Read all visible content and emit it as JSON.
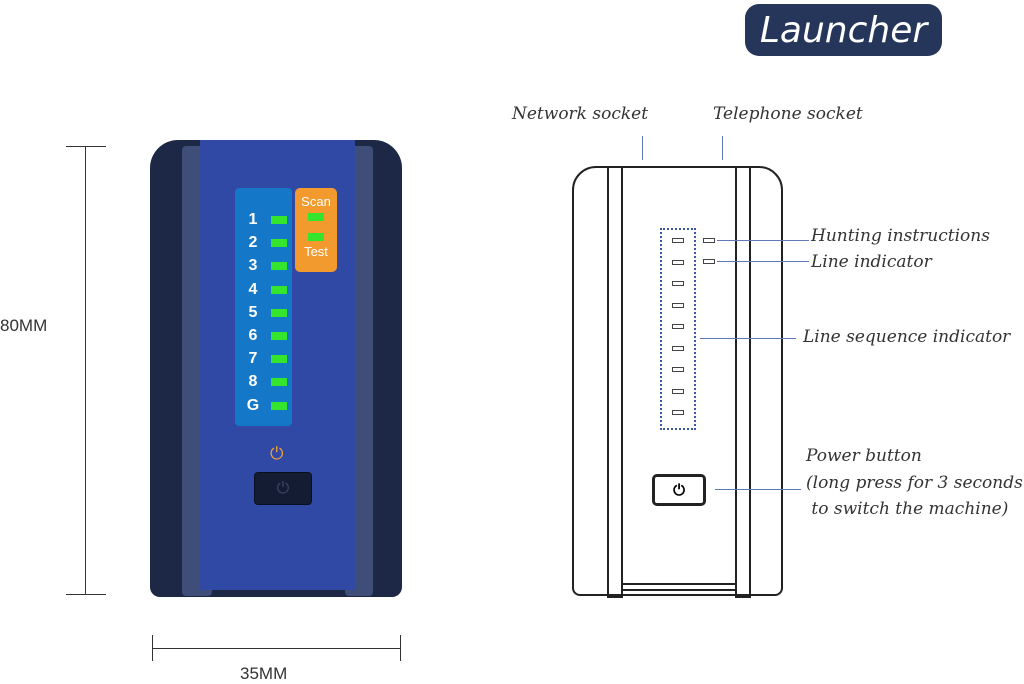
{
  "title": "Launcher",
  "dimensions": {
    "height": "80MM",
    "width": "35MM"
  },
  "device": {
    "channels": [
      "1",
      "2",
      "3",
      "4",
      "5",
      "6",
      "7",
      "8",
      "G"
    ],
    "mode_labels": {
      "scan": "Scan",
      "test": "Test"
    }
  },
  "callouts": {
    "network_socket": "Network socket",
    "telephone_socket": "Telephone socket",
    "hunting": "Hunting instructions",
    "line_indicator": "Line indicator",
    "line_sequence": "Line sequence indicator",
    "power_1": "Power button",
    "power_2": "(long press for 3 seconds",
    "power_3": " to switch the machine)"
  },
  "colors": {
    "badge": "#26365a",
    "device_blue": "#2f49a5",
    "led_green": "#35e52d",
    "orange": "#f29a2e"
  }
}
